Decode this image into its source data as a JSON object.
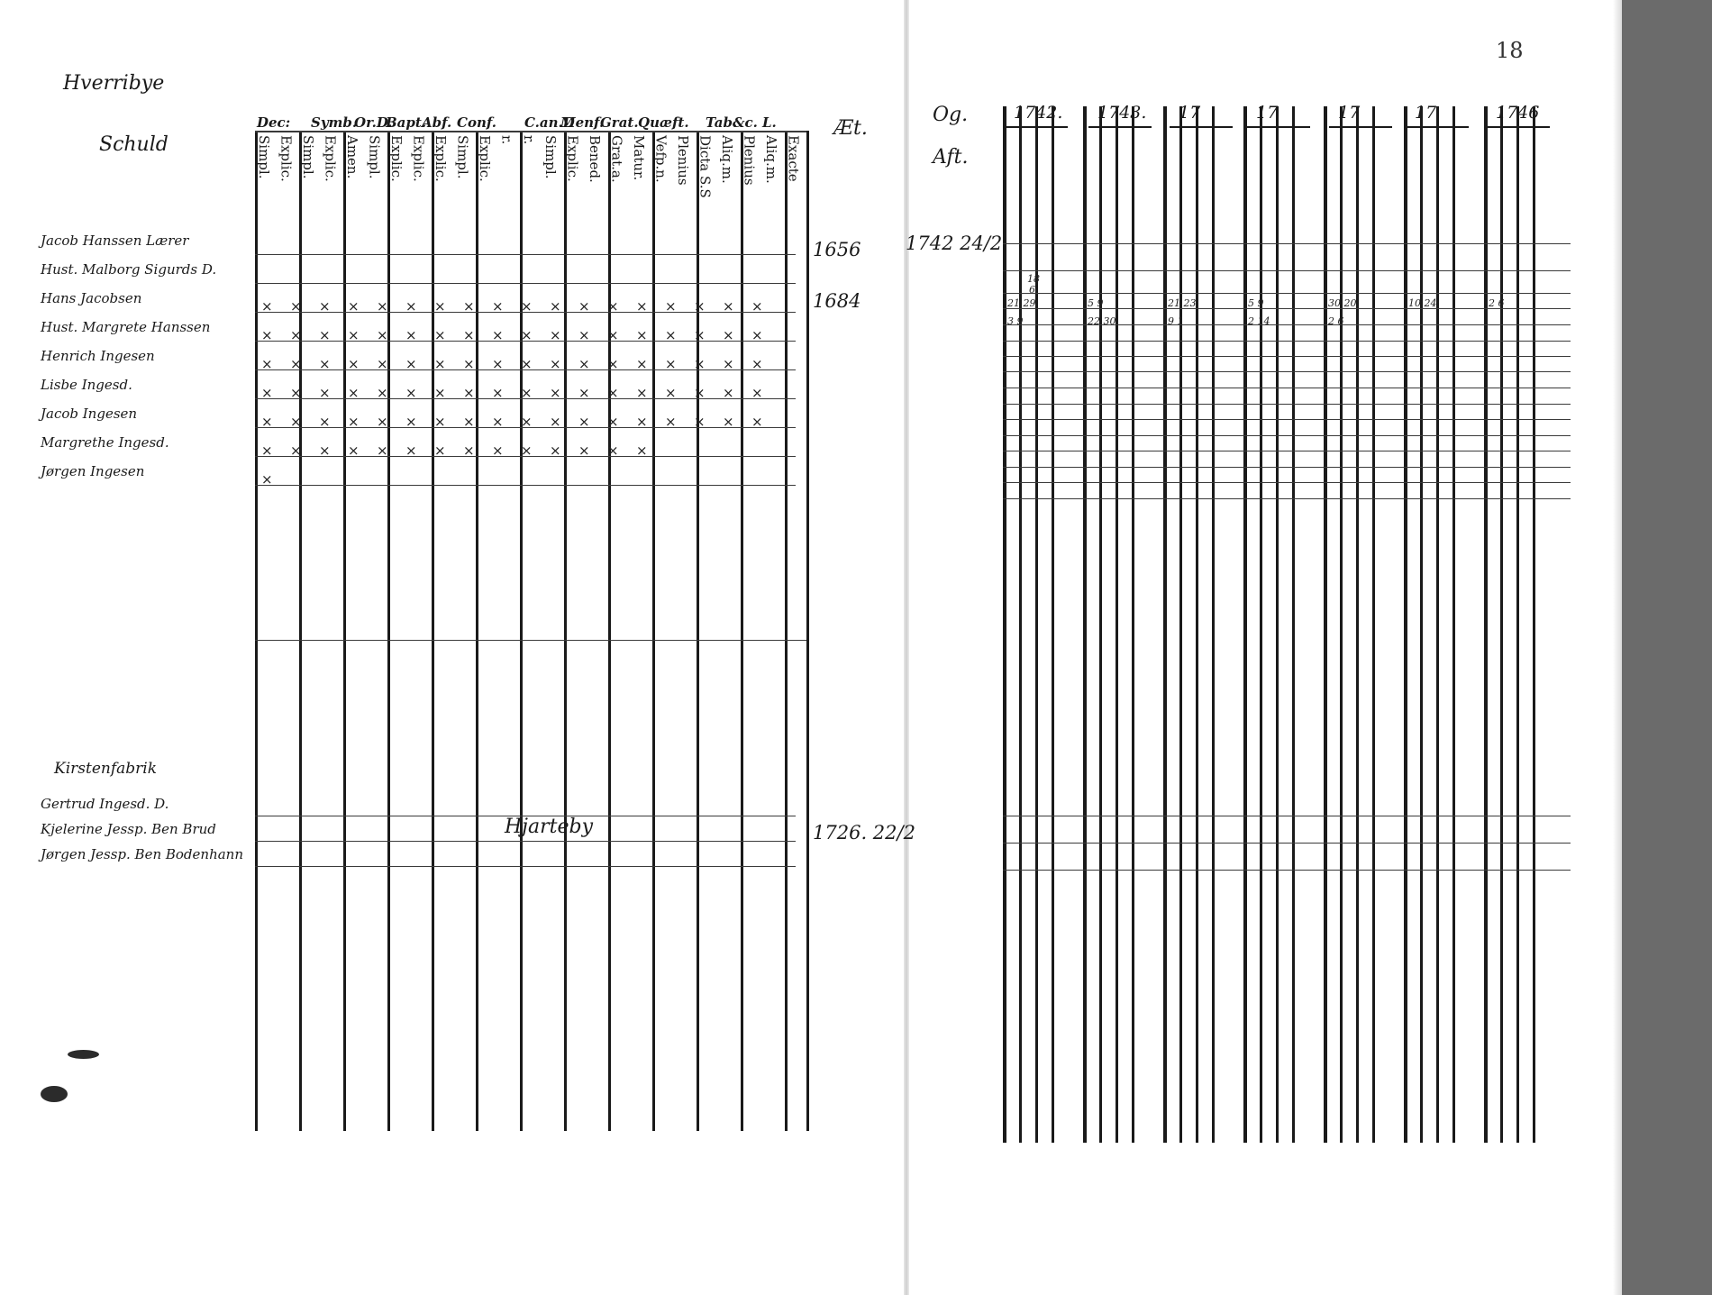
{
  "page_number": "18",
  "left_page": {
    "heading_words": [
      "Hverribye",
      "Schuld"
    ],
    "column_groups": [
      "Dec:",
      "Symb.",
      "Or.D.",
      "Bapt.",
      "Abf.",
      "Conf.",
      "C.an.D",
      "Menf.",
      "Grat.",
      "Quæft.",
      "Tab.",
      "&c.",
      "L."
    ],
    "subcolumns": [
      "Simpl.",
      "Explic.",
      "Simpl.",
      "Explic.",
      "Amen.",
      "Simpl.",
      "Explic.",
      "Explic.",
      "Explic.",
      "Simpl.",
      "Explic.",
      "r.",
      "r.",
      "Simpl.",
      "Explic.",
      "Bened.",
      "Grat.a.",
      "Matur.",
      "Vefp.n.",
      "Plenius",
      "Dicta S.S",
      "Aliq.m.",
      "Plenius",
      "Aliq.m.",
      "Exacte"
    ],
    "persons": [
      "Jacob Hanssen Lærer",
      "Hust. Malborg Sigurds D.",
      "Hans Jacobsen",
      "Hust. Margrete Hanssen",
      "Henrich Ingesen",
      "Lisbe Ingesd.",
      "Jacob Ingesen",
      "Margrethe Ingesd.",
      "Jørgen Ingesen"
    ],
    "section2_heading": "Kirstenfabrik",
    "section2_persons": [
      "Gertrud Ingesd. D.",
      "Kjelerine Jessp. Ben Brud",
      "Jørgen Jessp. Ben Bodenhann"
    ],
    "signature": "Hjarteby",
    "cross_mark": "×"
  },
  "birth_column": {
    "header": "Æt.",
    "values": [
      "1656",
      "1684",
      "1726. 22/2"
    ]
  },
  "right_page": {
    "header_marks": [
      "Og.",
      "Aft."
    ],
    "first_entry": "1742 24/2",
    "years": [
      "1742.",
      "1743.",
      "17",
      "17",
      "17",
      "17",
      "1746"
    ],
    "marks": {
      "row1": [
        "18",
        "6"
      ],
      "sample": [
        "21 29",
        "5 9",
        "21 23",
        "5 9",
        "30 20",
        "10 24",
        "2 6",
        "3 9",
        "22 30",
        "9 1",
        "2 14",
        "2 6"
      ]
    }
  }
}
